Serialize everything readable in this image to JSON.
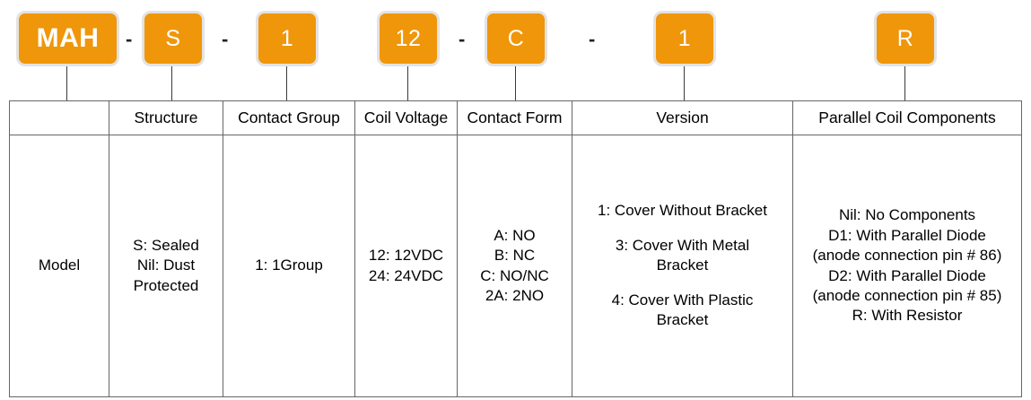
{
  "part_number": {
    "segments": [
      {
        "id": "model",
        "value": "MAH",
        "separator_after": "-"
      },
      {
        "id": "structure",
        "value": "S",
        "separator_after": "-"
      },
      {
        "id": "contact-group",
        "value": "1",
        "separator_after": ""
      },
      {
        "id": "coil-voltage",
        "value": "12",
        "separator_after": "-"
      },
      {
        "id": "contact-form",
        "value": "C",
        "separator_after": "-"
      },
      {
        "id": "version",
        "value": "1",
        "separator_after": ""
      },
      {
        "id": "parallel-coil-components",
        "value": "R",
        "separator_after": ""
      }
    ],
    "chip_color": "#F0960A",
    "chip_text_color": "#FFFFFF",
    "chip_border_color": "#E3E3E3"
  },
  "table": {
    "headers": [
      "",
      "Structure",
      "Contact Group",
      "Coil Voltage",
      "Contact Form",
      "Version",
      "Parallel Coil Components"
    ],
    "cells": {
      "model": {
        "lines": [
          "Model"
        ]
      },
      "structure": {
        "lines": [
          "S: Sealed",
          "Nil: Dust",
          "Protected"
        ]
      },
      "contact_group": {
        "lines": [
          "1: 1Group"
        ]
      },
      "coil_voltage": {
        "lines": [
          "12: 12VDC",
          "24: 24VDC"
        ]
      },
      "contact_form": {
        "lines": [
          "A: NO",
          "B: NC",
          "C: NO/NC",
          "2A: 2NO"
        ]
      },
      "version": {
        "lines": [
          "1: Cover Without Bracket",
          "",
          "3: Cover With Metal",
          "Bracket",
          "",
          "4: Cover With Plastic",
          "Bracket"
        ]
      },
      "parallel_coil_components": {
        "lines": [
          "Nil: No Components",
          "D1: With Parallel Diode",
          "(anode connection pin # 86)",
          "D2: With Parallel Diode",
          "(anode connection pin # 85)",
          "R: With Resistor"
        ]
      }
    }
  }
}
